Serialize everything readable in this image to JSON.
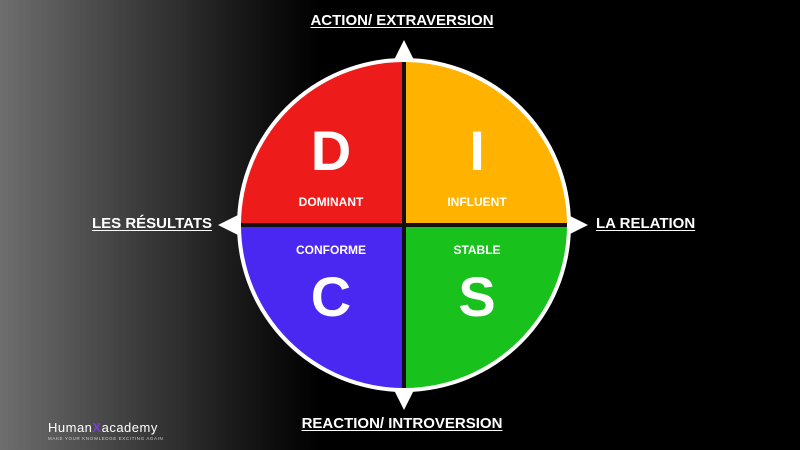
{
  "axes": {
    "top": "ACTION/ EXTRAVERSION",
    "bottom": "REACTION/ INTROVERSION",
    "left": "LES RÉSULTATS",
    "right": "LA RELATION"
  },
  "quadrants": [
    {
      "key": "d",
      "letter": "D",
      "label": "DOMINANT",
      "color": "#ee1b1b"
    },
    {
      "key": "i",
      "letter": "I",
      "label": "INFLUENT",
      "color": "#ffb300"
    },
    {
      "key": "c",
      "letter": "C",
      "label": "CONFORME",
      "color": "#4b28f2"
    },
    {
      "key": "s",
      "letter": "S",
      "label": "STABLE",
      "color": "#18c11c"
    }
  ],
  "colors": {
    "circle_border": "#ffffff",
    "divider": "#111111",
    "arrows": "#ffffff"
  },
  "logo": {
    "part1": "Human",
    "part2": "X",
    "part3": "academy",
    "tagline": "MAKE YOUR KNOWLEDGE EXCITING AGAIN"
  }
}
